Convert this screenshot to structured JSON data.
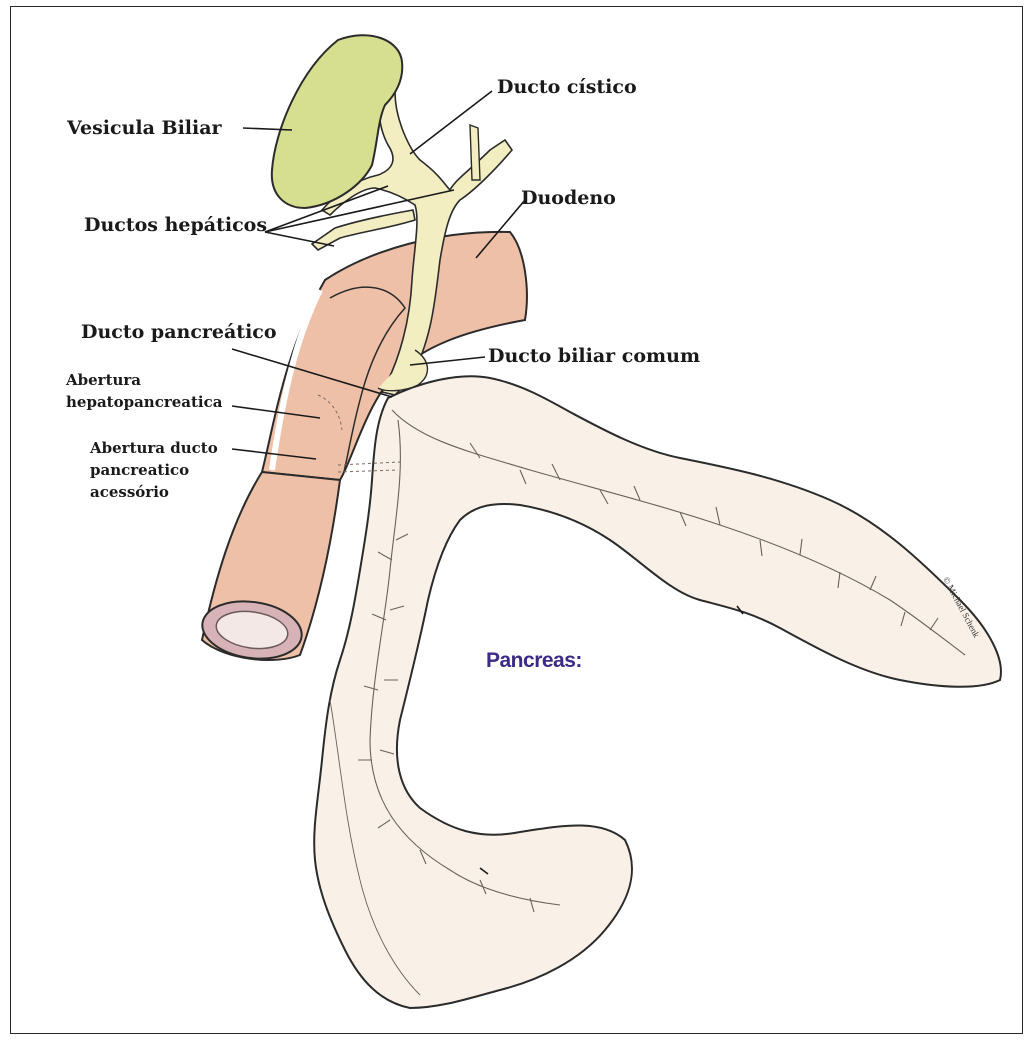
{
  "labels": {
    "vesicula_biliar": "Vesicula Biliar",
    "ducto_cistico": "Ducto cístico",
    "ductos_hepaticos": "Ductos hepáticos",
    "duodeno": "Duodeno",
    "ducto_pancreatico": "Ducto pancreático",
    "ducto_biliar_comum": "Ducto biliar comum",
    "abertura_hepato_line1": "Abertura",
    "abertura_hepato_line2": "hepatopancreatica",
    "abertura_acessorio_line1": "Abertura ducto",
    "abertura_acessorio_line2": "pancreatico",
    "abertura_acessorio_line3": "acessório",
    "pancreas": "Pancreas:",
    "copyright": "© Michael Schenk"
  },
  "colors": {
    "gallbladder": "#d6df8f",
    "bile_duct": "#f2eec2",
    "duodenum": "#efc0a8",
    "pancreas": "#f9f1e8",
    "outline": "#2b2b2b",
    "pancreas_label": "#3d2a86"
  }
}
